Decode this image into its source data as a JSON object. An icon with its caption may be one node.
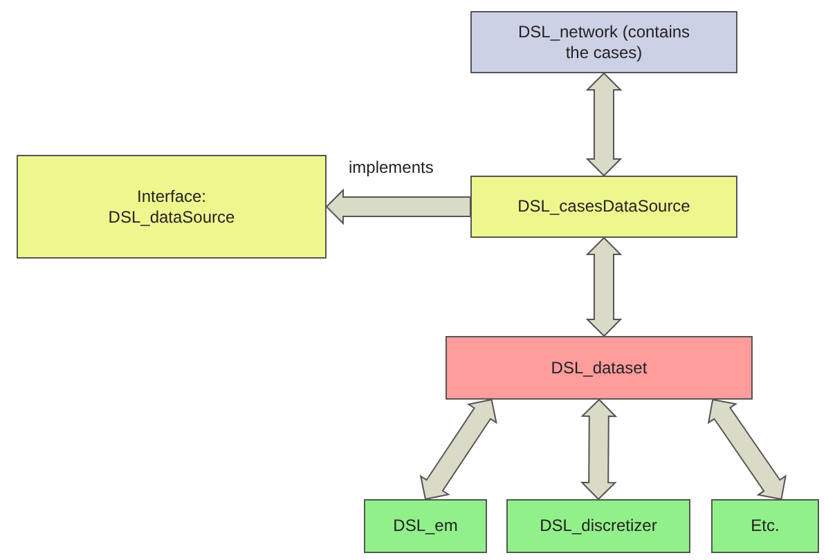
{
  "diagram": {
    "nodes": [
      {
        "text": [
          "DSL_network (contains the cases)"
        ]
      },
      {
        "text": [
          "Interface: DSL_dataSource"
        ]
      },
      {
        "text": [
          "DSL_casesDataSource"
        ]
      },
      {
        "text": [
          "DSL_dataset"
        ]
      },
      {
        "text": [
          "DSL_em"
        ]
      },
      {
        "text": [
          "DSL_discretizer"
        ]
      },
      {
        "text": [
          "Etc."
        ]
      }
    ],
    "edges": [
      {
        "from": 0,
        "to": 2,
        "arrow": "both"
      },
      {
        "from": 2,
        "to": 1,
        "arrow": "to",
        "label": "implements"
      },
      {
        "from": 2,
        "to": 3,
        "arrow": "both"
      },
      {
        "from": 3,
        "to": 4,
        "arrow": "both"
      },
      {
        "from": 3,
        "to": 5,
        "arrow": "both"
      },
      {
        "from": 3,
        "to": 6,
        "arrow": "both"
      }
    ]
  }
}
